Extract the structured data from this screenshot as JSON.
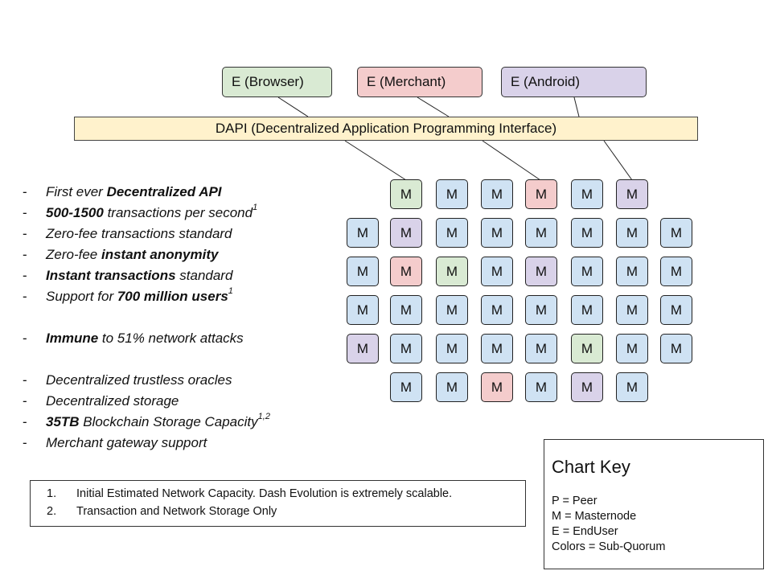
{
  "endusers": [
    {
      "label": "E (Browser)",
      "color": "#d9ead3"
    },
    {
      "label": "E (Merchant)",
      "color": "#f4cccc"
    },
    {
      "label": "E (Android)",
      "color": "#d9d2e9"
    }
  ],
  "dapi": {
    "label": "DAPI (Decentralized Application Programming Interface)",
    "color": "#fff2cc"
  },
  "masternode_label": "M",
  "quorum_colors": {
    "blue": "#cfe2f3",
    "green": "#d9ead3",
    "red": "#f4cccc",
    "purple": "#d9d2e9"
  },
  "masternode_grid": [
    [
      "green",
      "blue",
      "blue",
      "red",
      "blue",
      "purple"
    ],
    [
      "blue",
      "purple",
      "blue",
      "blue",
      "blue",
      "blue",
      "blue",
      "blue"
    ],
    [
      "blue",
      "red",
      "green",
      "blue",
      "purple",
      "blue",
      "blue",
      "blue"
    ],
    [
      "blue",
      "blue",
      "blue",
      "blue",
      "blue",
      "blue",
      "blue",
      "blue"
    ],
    [
      "purple",
      "blue",
      "blue",
      "blue",
      "blue",
      "green",
      "blue",
      "blue"
    ],
    [
      "blue",
      "blue",
      "red",
      "blue",
      "purple",
      "blue"
    ]
  ],
  "features": [
    {
      "dash": "-",
      "parts": [
        {
          "text": "First ever "
        },
        {
          "text": "Decentralized API",
          "bold": true
        }
      ]
    },
    {
      "dash": "-",
      "parts": [
        {
          "text": "500-1500",
          "bold": true
        },
        {
          "text": " transactions per second"
        },
        {
          "text": "1",
          "sup": true
        }
      ]
    },
    {
      "dash": "-",
      "parts": [
        {
          "text": "Zero-fee transactions standard"
        }
      ]
    },
    {
      "dash": "-",
      "parts": [
        {
          "text": "Zero-fee "
        },
        {
          "text": "instant anonymity",
          "bold": true
        }
      ]
    },
    {
      "dash": "-",
      "parts": [
        {
          "text": "Instant transactions",
          "bold": true
        },
        {
          "text": " standard"
        }
      ]
    },
    {
      "dash": "-",
      "parts": [
        {
          "text": "Support for "
        },
        {
          "text": "700 million users",
          "bold": true
        },
        {
          "text": "1",
          "sup": true
        }
      ]
    },
    {
      "dash": "-",
      "parts": [
        {
          "text": "Immune",
          "bold": true
        },
        {
          "text": " to 51% network attacks"
        }
      ]
    },
    {
      "dash": "-",
      "parts": [
        {
          "text": "Decentralized trustless oracles"
        }
      ]
    },
    {
      "dash": "-",
      "parts": [
        {
          "text": "Decentralized storage"
        }
      ]
    },
    {
      "dash": "-",
      "parts": [
        {
          "text": "35TB",
          "bold": true
        },
        {
          "text": " Blockchain Storage Capacity"
        },
        {
          "text": "1,2",
          "sup": true
        }
      ]
    },
    {
      "dash": "-",
      "parts": [
        {
          "text": "Merchant gateway support"
        }
      ]
    }
  ],
  "footnotes": [
    {
      "number": "1.",
      "text": "Initial Estimated Network Capacity. Dash Evolution is extremely scalable."
    },
    {
      "number": "2.",
      "text": "Transaction and Network Storage Only"
    }
  ],
  "chart_key": {
    "title": "Chart Key",
    "lines": [
      "P = Peer",
      "M = Masternode",
      "E = EndUser",
      "Colors = Sub-Quorum"
    ]
  }
}
